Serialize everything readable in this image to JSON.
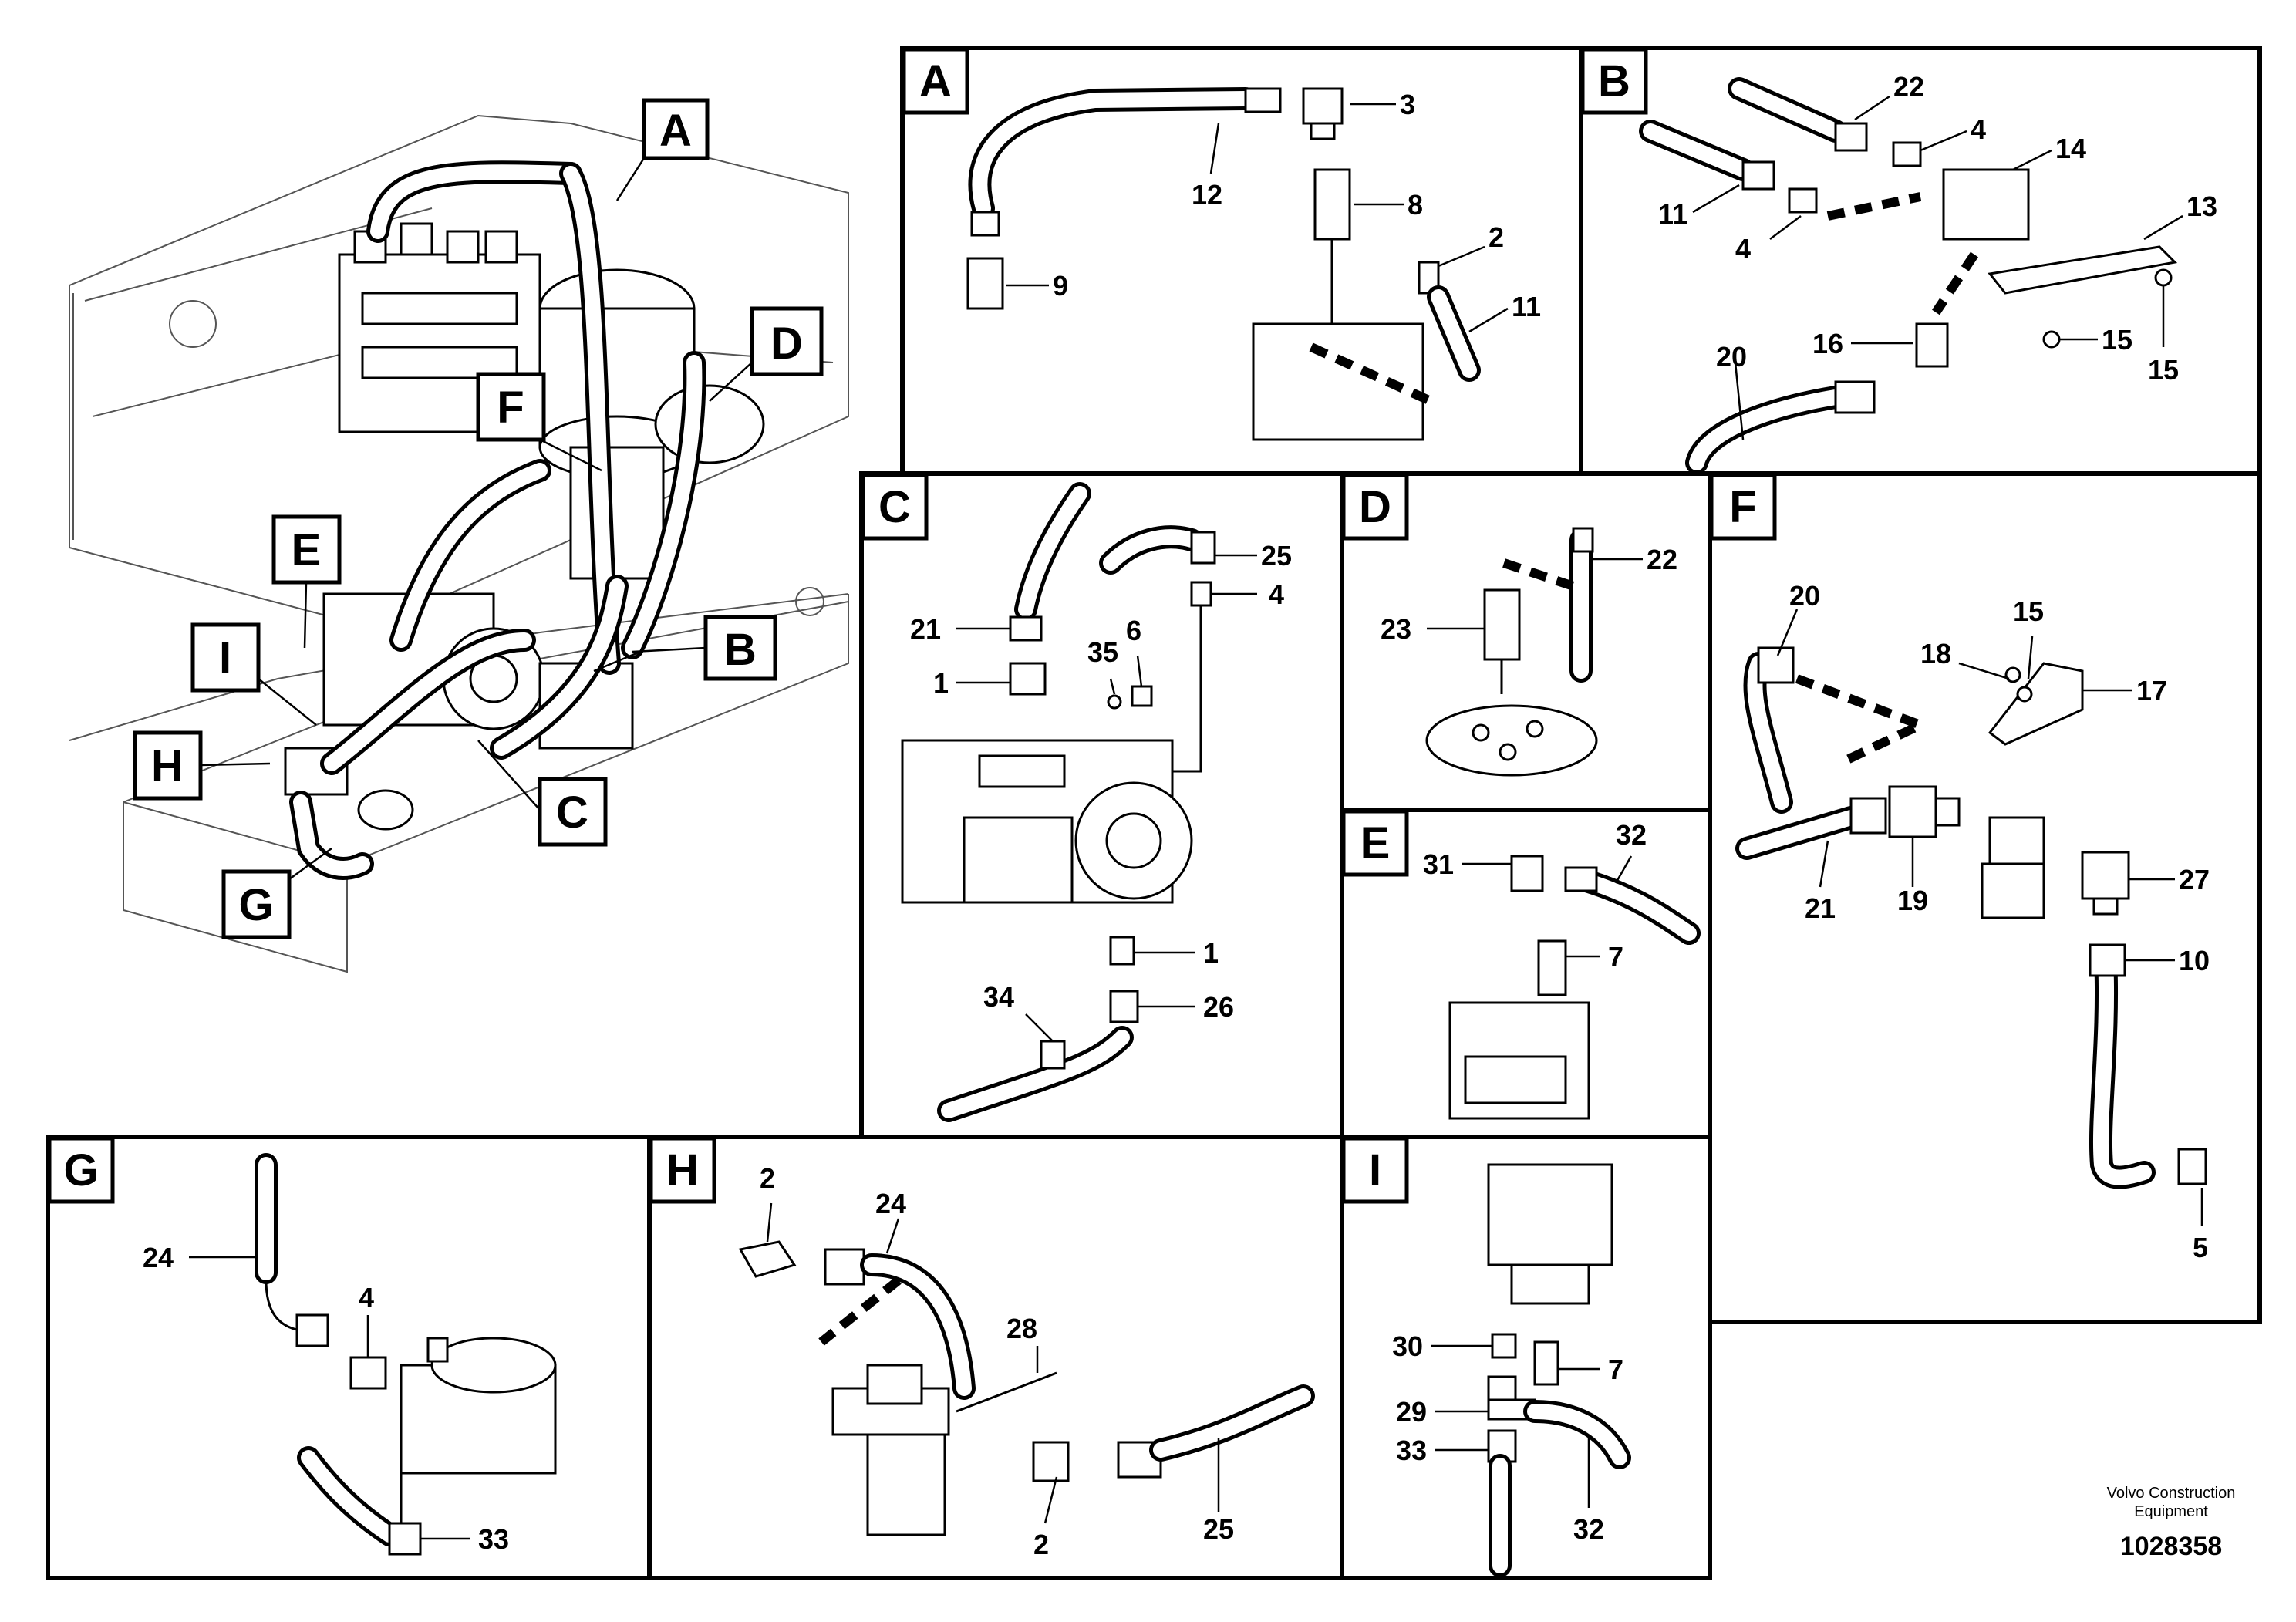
{
  "views": {
    "overview": {
      "tags": [
        "A",
        "B",
        "C",
        "D",
        "E",
        "F",
        "G",
        "H",
        "I"
      ]
    },
    "A": {
      "tag": "A",
      "labels": [
        "3",
        "12",
        "8",
        "2",
        "11",
        "9"
      ]
    },
    "B": {
      "tag": "B",
      "labels": [
        "22",
        "4",
        "14",
        "11",
        "13",
        "4",
        "20",
        "16",
        "15",
        "15"
      ]
    },
    "C": {
      "tag": "C",
      "labels": [
        "25",
        "4",
        "21",
        "35",
        "6",
        "1",
        "1",
        "34",
        "26"
      ]
    },
    "D": {
      "tag": "D",
      "labels": [
        "22",
        "23"
      ]
    },
    "E": {
      "tag": "E",
      "labels": [
        "31",
        "32",
        "7"
      ]
    },
    "F": {
      "tag": "F",
      "labels": [
        "20",
        "15",
        "18",
        "17",
        "27",
        "21",
        "19",
        "10",
        "5"
      ]
    },
    "G": {
      "tag": "G",
      "labels": [
        "24",
        "4",
        "33"
      ]
    },
    "H": {
      "tag": "H",
      "labels": [
        "2",
        "24",
        "28",
        "2",
        "25"
      ]
    },
    "I": {
      "tag": "I",
      "labels": [
        "30",
        "7",
        "29",
        "33",
        "32"
      ]
    }
  },
  "footer": {
    "company_line1": "Volvo Construction",
    "company_line2": "Equipment",
    "drawing_number": "1028358"
  }
}
